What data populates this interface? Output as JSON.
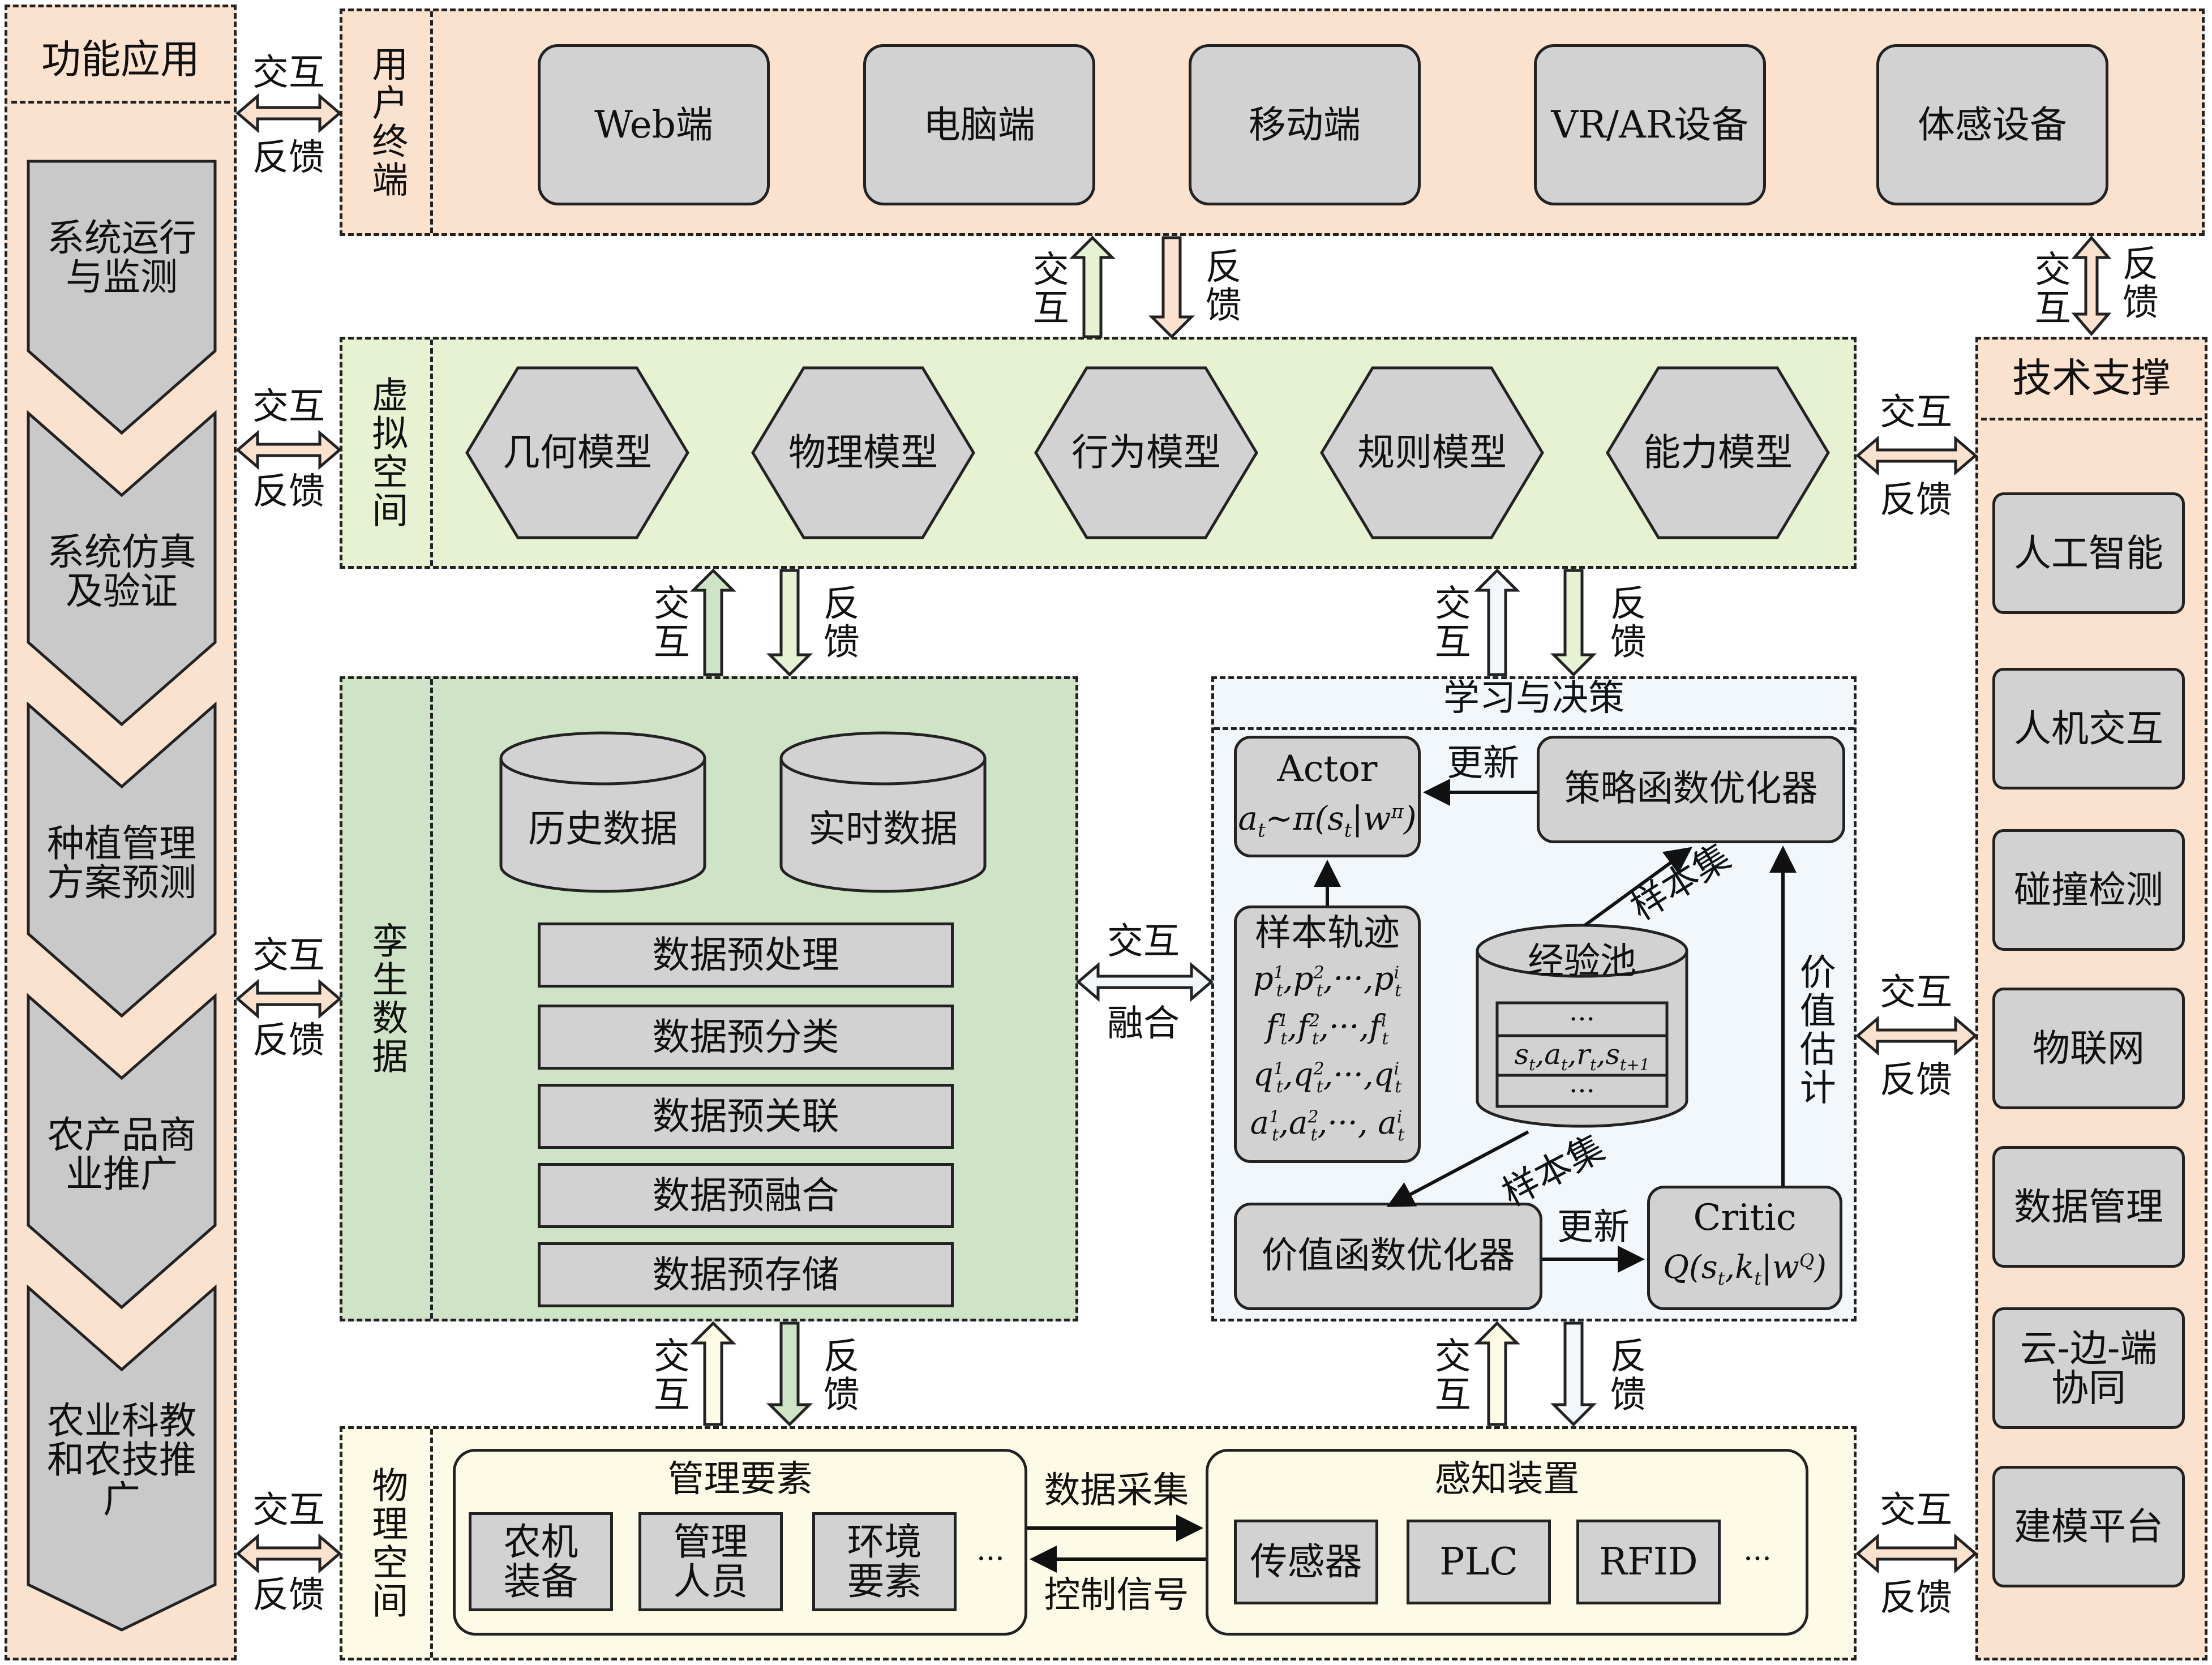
{
  "left_column": {
    "title": "功能应用",
    "items": [
      "系统运行与监测",
      "系统仿真及验证",
      "种植管理方案预测",
      "农产品商业推广",
      "农业科教和农技推广"
    ]
  },
  "right_column": {
    "title": "技术支撑",
    "items": [
      "人工智能",
      "人机交互",
      "碰撞检测",
      "物联网",
      "数据管理",
      "云-边-端协同",
      "建模平台"
    ]
  },
  "user_terminal": {
    "label": "用户终端",
    "devices": [
      "Web端",
      "电脑端",
      "移动端",
      "VR/AR设备",
      "体感设备"
    ]
  },
  "virtual_space": {
    "label": "虚拟空间",
    "models": [
      "几何模型",
      "物理模型",
      "行为模型",
      "规则模型",
      "能力模型"
    ]
  },
  "twin_data": {
    "label": "孪生数据",
    "stores": [
      "历史数据",
      "实时数据"
    ],
    "steps": [
      "数据预处理",
      "数据预分类",
      "数据预关联",
      "数据预融合",
      "数据预存储"
    ]
  },
  "learning": {
    "title": "学习与决策",
    "actor_title": "Actor",
    "actor_formula": "a_t~π(s_t|w^π)",
    "policy_optimizer": "策略函数优化器",
    "update1": "更新",
    "trajectory_title": "样本轨迹",
    "trajectory_lines": [
      "p¹t,p²t,···,pⁱt",
      "f¹t,f²t,···,fⁱt",
      "q¹t,q²t,···,qⁱt",
      "a¹t,a²t,···, aⁱt"
    ],
    "pool_title": "经验池",
    "pool_rows": [
      "···",
      "s_t,a_t,r_t,s_t+1",
      "···"
    ],
    "sample_set_1": "样本集",
    "sample_set_2": "样本集",
    "value_estimate": "价值估计",
    "value_optimizer": "价值函数优化器",
    "update2": "更新",
    "critic_title": "Critic",
    "critic_formula": "Q(s_t,k_t|w^Q)"
  },
  "physical_space": {
    "label": "物理空间",
    "management": {
      "title": "管理要素",
      "items": [
        "农机装备",
        "管理人员",
        "环境要素"
      ],
      "ellipsis": "···"
    },
    "sensing": {
      "title": "感知装置",
      "items": [
        "传感器",
        "PLC",
        "RFID"
      ],
      "ellipsis": "···"
    },
    "data_collect": "数据采集",
    "control_signal": "控制信号"
  },
  "arrows": {
    "interact": "交互",
    "feedback": "反馈",
    "interact_v": "交互",
    "feedback_v": "反馈",
    "fuse_top": "交互",
    "fuse_bottom": "融合"
  },
  "colors": {
    "peach": "#fbe2cf",
    "light_green": "#e7f2d2",
    "green": "#cfe4c6",
    "light_yellow": "#fdfbe6",
    "light_blue": "#f2f7fb",
    "gray": "#d2d2d2"
  }
}
